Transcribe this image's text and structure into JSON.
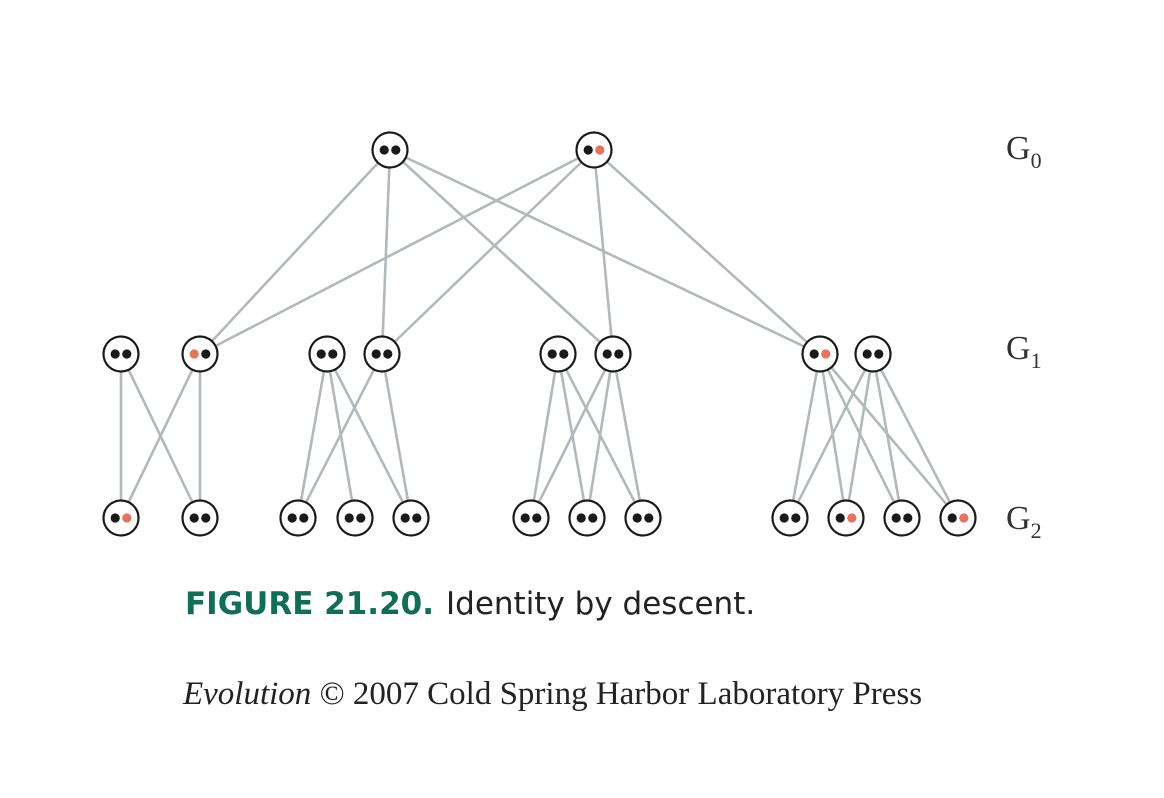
{
  "generations": [
    {
      "base": "G",
      "index": "0"
    },
    {
      "base": "G",
      "index": "1"
    },
    {
      "base": "G",
      "index": "2"
    }
  ],
  "colors": {
    "allele_plain": "#1a1a1a",
    "allele_marked": "#e8735a",
    "edge": "#b3b9bb",
    "node_stroke": "#1a1a1a",
    "figure_number": "#0e6e57"
  },
  "diagram": {
    "nodes": {
      "G0": [
        {
          "id": "g0a",
          "alleles": [
            "plain",
            "plain"
          ]
        },
        {
          "id": "g0b",
          "alleles": [
            "plain",
            "marked"
          ]
        }
      ],
      "G1": [
        {
          "id": "g1a",
          "alleles": [
            "plain",
            "plain"
          ]
        },
        {
          "id": "g1b",
          "alleles": [
            "marked",
            "plain"
          ]
        },
        {
          "id": "g1c",
          "alleles": [
            "plain",
            "plain"
          ]
        },
        {
          "id": "g1d",
          "alleles": [
            "plain",
            "plain"
          ]
        },
        {
          "id": "g1e",
          "alleles": [
            "plain",
            "plain"
          ]
        },
        {
          "id": "g1f",
          "alleles": [
            "plain",
            "plain"
          ]
        },
        {
          "id": "g1g",
          "alleles": [
            "plain",
            "marked"
          ]
        },
        {
          "id": "g1h",
          "alleles": [
            "plain",
            "plain"
          ]
        }
      ],
      "G2": [
        {
          "id": "g2a",
          "alleles": [
            "plain",
            "marked"
          ]
        },
        {
          "id": "g2b",
          "alleles": [
            "plain",
            "plain"
          ]
        },
        {
          "id": "g2c",
          "alleles": [
            "plain",
            "plain"
          ]
        },
        {
          "id": "g2d",
          "alleles": [
            "plain",
            "plain"
          ]
        },
        {
          "id": "g2e",
          "alleles": [
            "plain",
            "plain"
          ]
        },
        {
          "id": "g2f",
          "alleles": [
            "plain",
            "plain"
          ]
        },
        {
          "id": "g2g",
          "alleles": [
            "plain",
            "plain"
          ]
        },
        {
          "id": "g2h",
          "alleles": [
            "plain",
            "plain"
          ]
        },
        {
          "id": "g2i",
          "alleles": [
            "plain",
            "plain"
          ]
        },
        {
          "id": "g2j",
          "alleles": [
            "plain",
            "marked"
          ]
        },
        {
          "id": "g2k",
          "alleles": [
            "plain",
            "plain"
          ]
        },
        {
          "id": "g2l",
          "alleles": [
            "plain",
            "marked"
          ]
        }
      ]
    },
    "edges": [
      [
        "g0a",
        "g1b"
      ],
      [
        "g0a",
        "g1d"
      ],
      [
        "g0a",
        "g1f"
      ],
      [
        "g0a",
        "g1g"
      ],
      [
        "g0b",
        "g1b"
      ],
      [
        "g0b",
        "g1d"
      ],
      [
        "g0b",
        "g1f"
      ],
      [
        "g0b",
        "g1g"
      ],
      [
        "g1a",
        "g2a"
      ],
      [
        "g1a",
        "g2b"
      ],
      [
        "g1b",
        "g2a"
      ],
      [
        "g1b",
        "g2b"
      ],
      [
        "g1c",
        "g2c"
      ],
      [
        "g1c",
        "g2d"
      ],
      [
        "g1c",
        "g2e"
      ],
      [
        "g1d",
        "g2c"
      ],
      [
        "g1d",
        "g2e"
      ],
      [
        "g1e",
        "g2f"
      ],
      [
        "g1e",
        "g2g"
      ],
      [
        "g1e",
        "g2h"
      ],
      [
        "g1f",
        "g2f"
      ],
      [
        "g1f",
        "g2g"
      ],
      [
        "g1f",
        "g2h"
      ],
      [
        "g1g",
        "g2i"
      ],
      [
        "g1g",
        "g2j"
      ],
      [
        "g1g",
        "g2k"
      ],
      [
        "g1g",
        "g2l"
      ],
      [
        "g1h",
        "g2i"
      ],
      [
        "g1h",
        "g2j"
      ],
      [
        "g1h",
        "g2k"
      ],
      [
        "g1h",
        "g2l"
      ]
    ]
  },
  "caption": {
    "figure_number": "FIGURE 21.20.",
    "text": "Identity by descent."
  },
  "credit": {
    "book_title": "Evolution",
    "rest": " © 2007 Cold Spring Harbor Laboratory Press"
  }
}
